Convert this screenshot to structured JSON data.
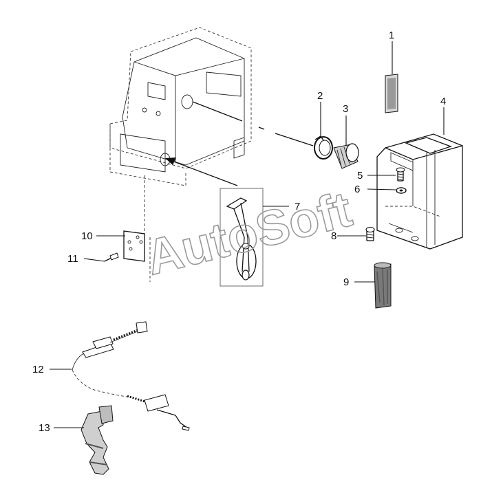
{
  "callouts": [
    "1",
    "2",
    "3",
    "4",
    "5",
    "6",
    "7",
    "8",
    "9",
    "10",
    "11",
    "12",
    "13"
  ],
  "watermark": "AutoSoft"
}
